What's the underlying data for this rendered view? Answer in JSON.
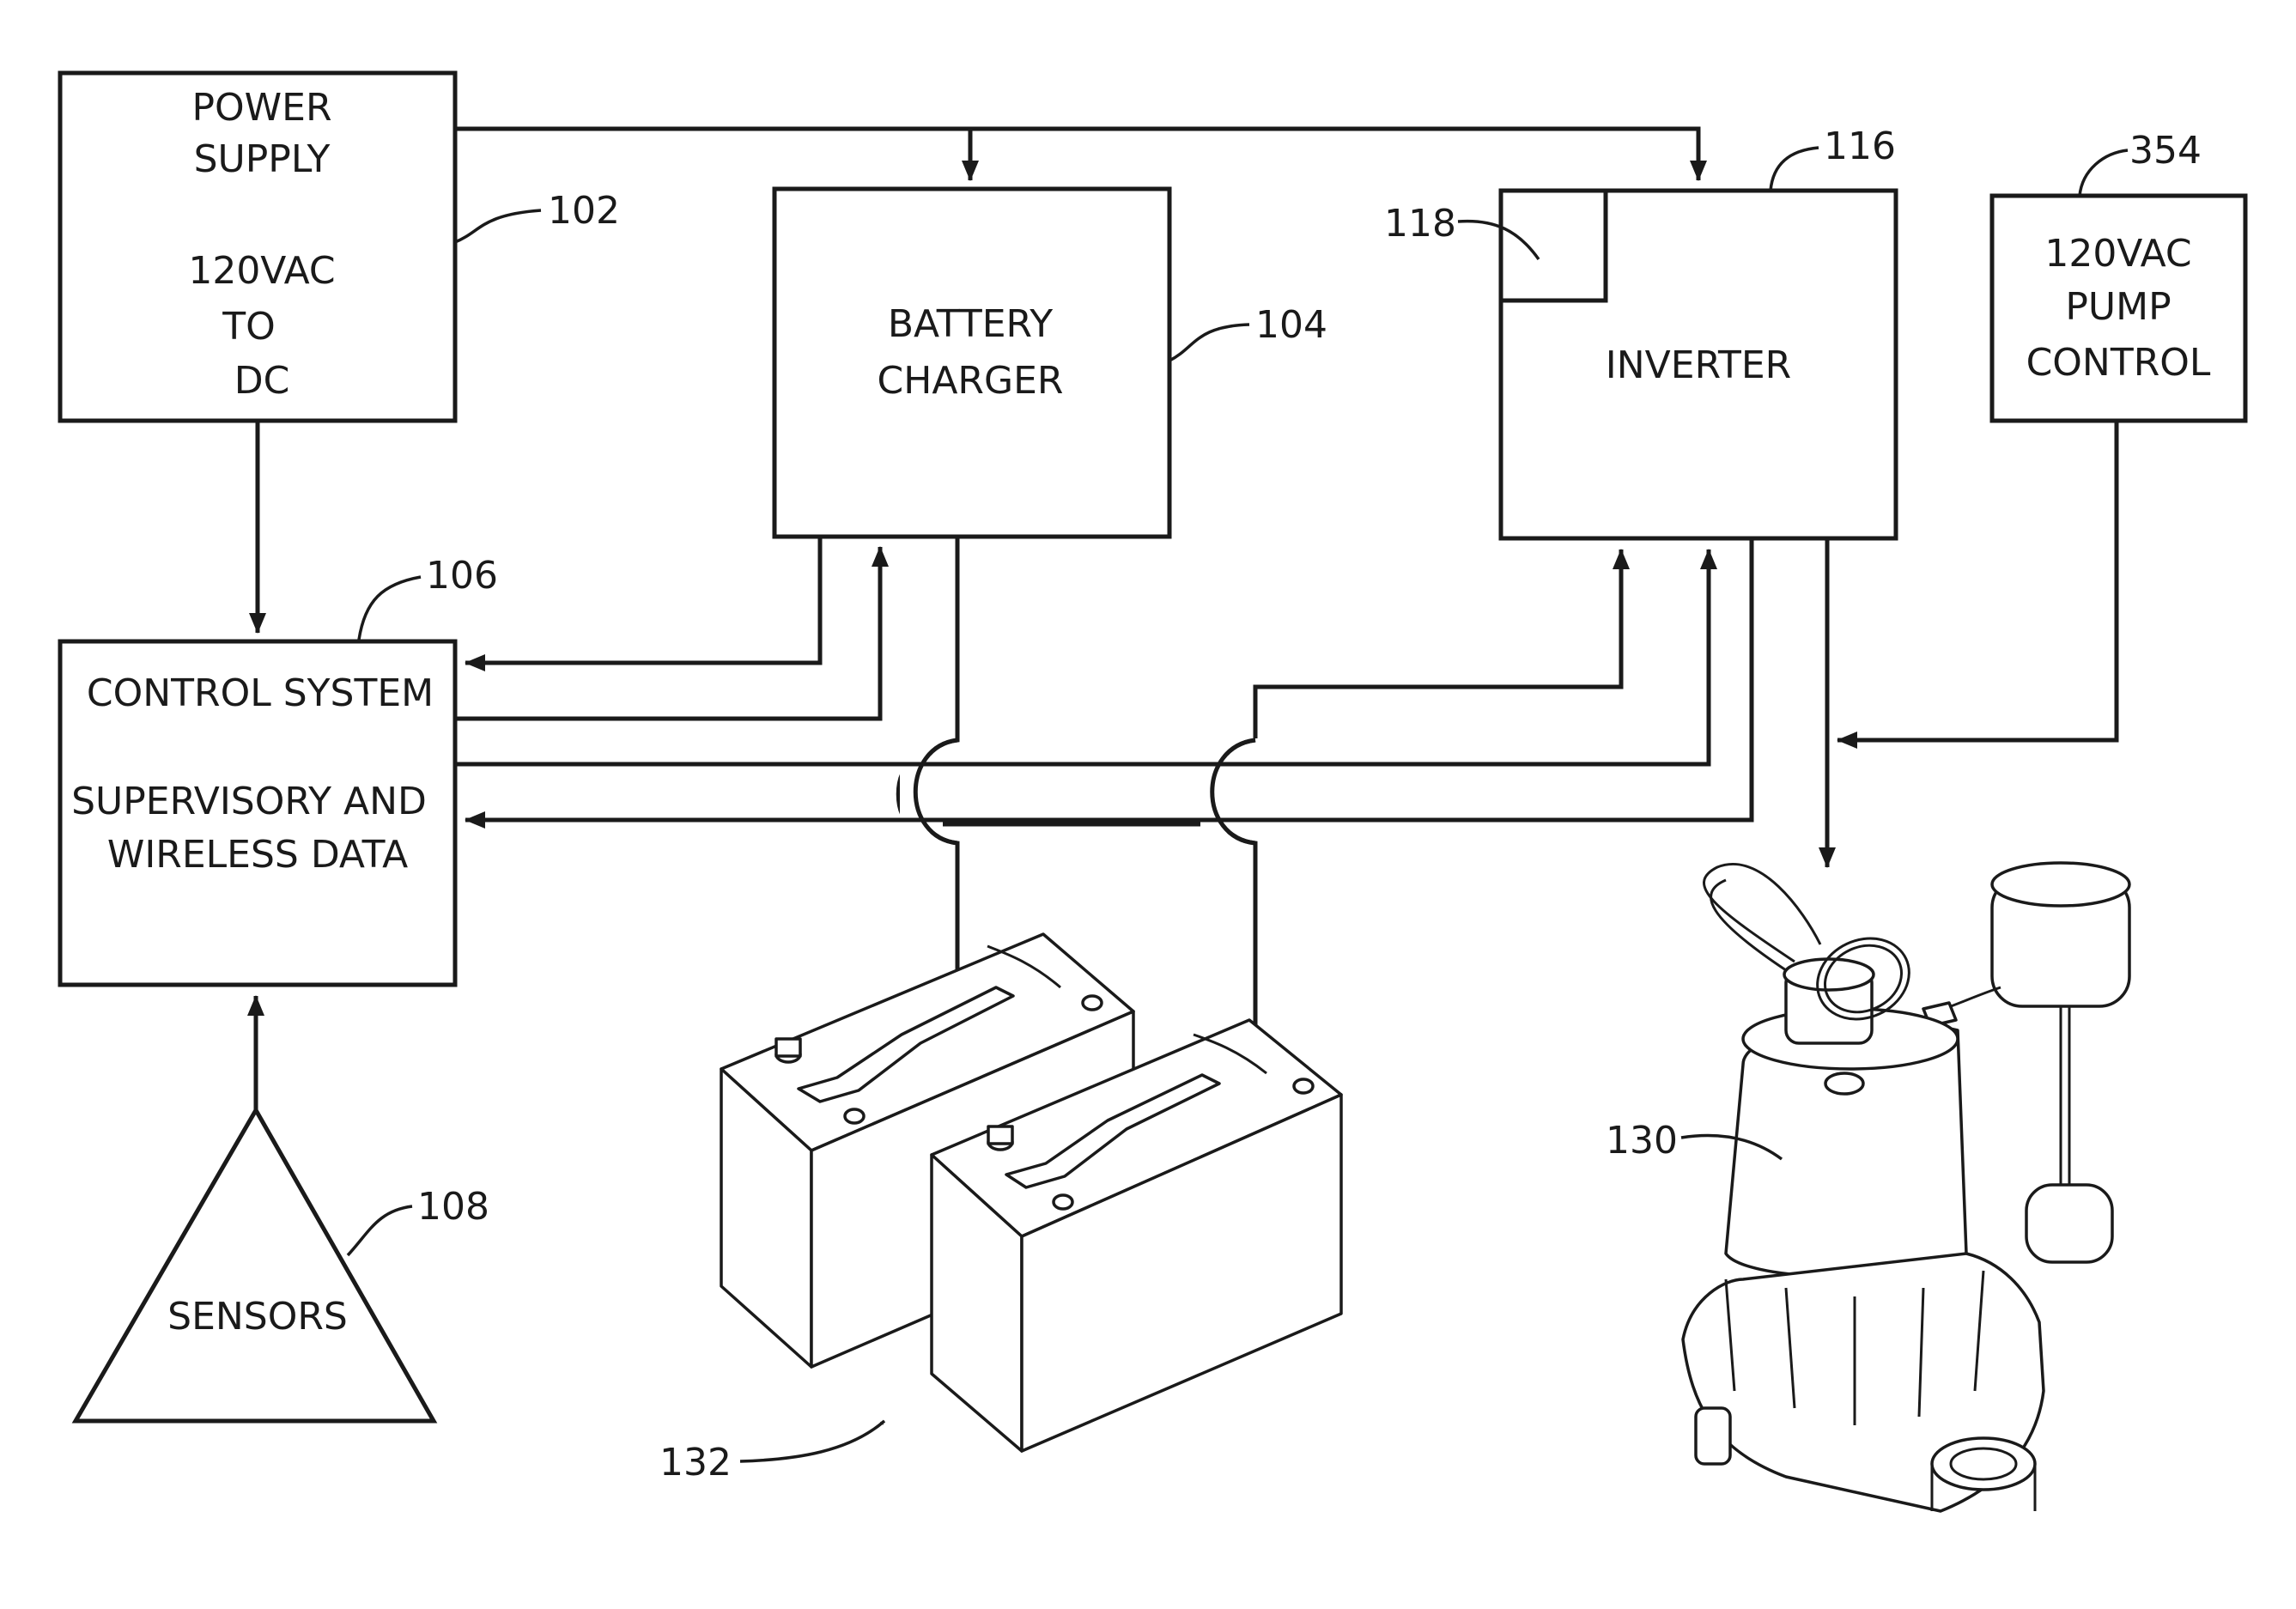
{
  "diagram": {
    "blocks": {
      "power_supply": [
        "POWER",
        "SUPPLY",
        "120VAC",
        "TO",
        "DC"
      ],
      "battery_charger": [
        "BATTERY",
        "CHARGER"
      ],
      "inverter": [
        "INVERTER"
      ],
      "pump_control": [
        "120VAC",
        "PUMP",
        "CONTROL"
      ],
      "control_system": [
        "CONTROL SYSTEM",
        "SUPERVISORY AND",
        "WIRELESS DATA"
      ],
      "sensors": [
        "SENSORS"
      ]
    },
    "refs": {
      "power_supply": "102",
      "battery_charger": "104",
      "control_system": "106",
      "sensors": "108",
      "inverter": "116",
      "inverter_module": "118",
      "pump": "130",
      "batteries": "132",
      "pump_control": "354"
    }
  }
}
